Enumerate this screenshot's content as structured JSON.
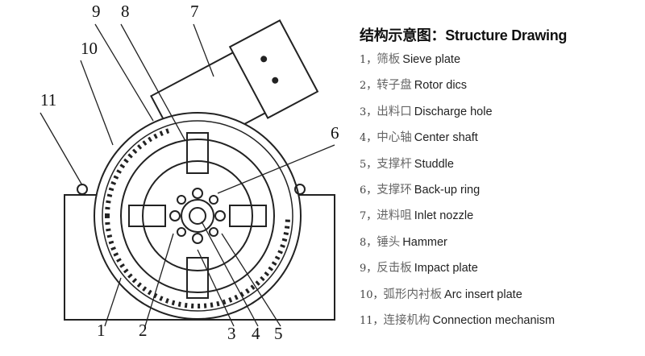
{
  "title": "结构示意图：Structure Drawing",
  "items": [
    {
      "num": "1，",
      "cn": "筛板",
      "en": "Sieve plate"
    },
    {
      "num": "2，",
      "cn": "转子盘",
      "en": "Rotor dics"
    },
    {
      "num": "3，",
      "cn": "出料口",
      "en": "Discharge hole"
    },
    {
      "num": "4，",
      "cn": "中心轴",
      "en": "Center shaft"
    },
    {
      "num": "5，",
      "cn": "支撑杆",
      "en": "Studdle"
    },
    {
      "num": "6，",
      "cn": "支撑环",
      "en": "Back-up ring"
    },
    {
      "num": "7，",
      "cn": "进料咀",
      "en": "Inlet nozzle"
    },
    {
      "num": "8，",
      "cn": "锤头",
      "en": "Hammer"
    },
    {
      "num": "9，",
      "cn": "反击板",
      "en": "Impact plate"
    },
    {
      "num": "10，",
      "cn": "弧形内衬板",
      "en": "Arc insert plate"
    },
    {
      "num": "11，",
      "cn": "连接机构",
      "en": "Connection mechanism"
    }
  ],
  "callouts": [
    "1",
    "2",
    "3",
    "4",
    "5",
    "6",
    "7",
    "8",
    "9",
    "10",
    "11"
  ]
}
